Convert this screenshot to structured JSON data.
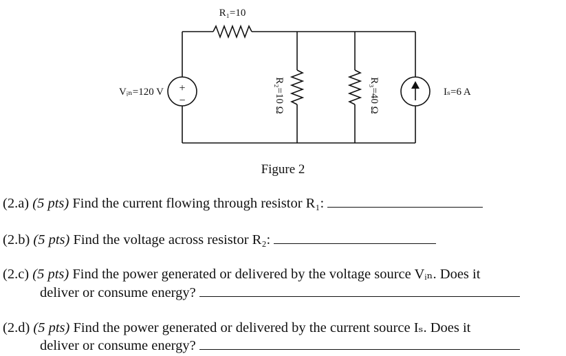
{
  "circuit": {
    "r1_label": "R₁=10",
    "r2_label": "R₂=10 Ω",
    "r3_label": "R₃=40 Ω",
    "vin_label": "Vᵢₙ=120 V",
    "is_label": "Iₛ=6 A",
    "vin_symbol_plus": "+",
    "vin_symbol_minus": "−",
    "icons": [
      "voltage-source-icon",
      "current-source-icon",
      "resistor-icon"
    ]
  },
  "figure_caption": "Figure 2",
  "questions": [
    {
      "num": "(2.a)",
      "pts": "(5 pts)",
      "text": "Find the current flowing through resistor R₁:",
      "cont": ""
    },
    {
      "num": "(2.b)",
      "pts": "(5 pts)",
      "text": "Find the voltage across resistor R₂:",
      "cont": ""
    },
    {
      "num": "(2.c)",
      "pts": "(5 pts)",
      "text": "Find the power generated or delivered by the voltage source Vᵢₙ. Does it",
      "cont": "deliver or consume energy?"
    },
    {
      "num": "(2.d)",
      "pts": "(5 pts)",
      "text": "Find the power generated or delivered by the current source Iₛ. Does it",
      "cont": "deliver or consume energy?"
    }
  ]
}
